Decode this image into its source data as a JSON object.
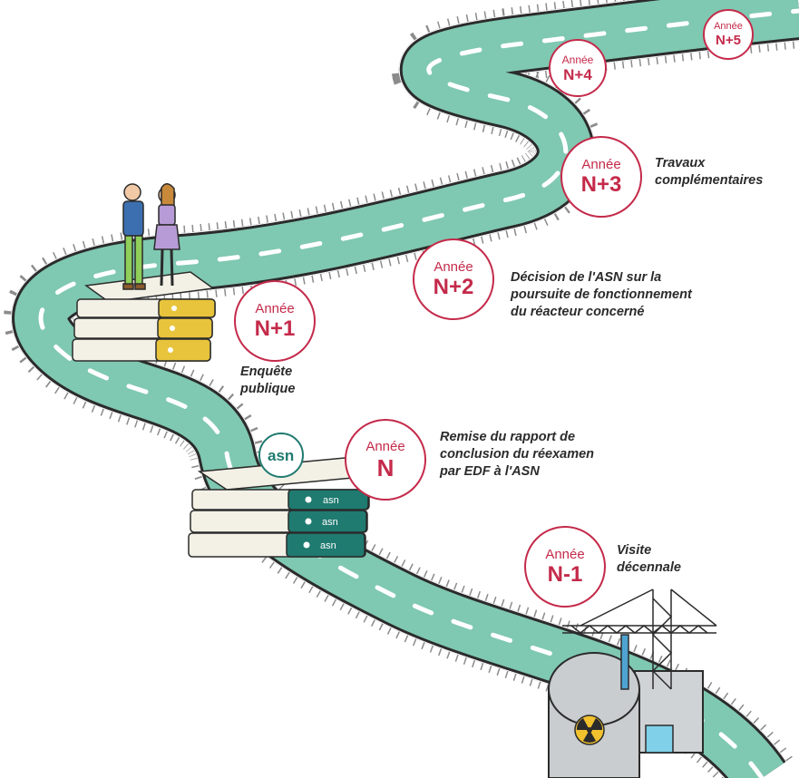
{
  "colors": {
    "road": "#7fc8b1",
    "road_edge": "#2b2b2b",
    "badge_accent": "#c42a4a",
    "teal_binder": "#1f7a70",
    "yellow_binder": "#e8c43c",
    "text": "#2b2b2b"
  },
  "milestones": [
    {
      "id": "n-1",
      "year_label": "Année",
      "code": "N-1",
      "caption": "Visite\ndécennale"
    },
    {
      "id": "n",
      "year_label": "Année",
      "code": "N",
      "caption": "Remise du rapport de\nconclusion du réexamen\npar EDF à l'ASN"
    },
    {
      "id": "n+1",
      "year_label": "Année",
      "code": "N+1",
      "caption": "Enquête\npublique"
    },
    {
      "id": "n+2",
      "year_label": "Année",
      "code": "N+2",
      "caption": "Décision de l'ASN sur la\npoursuite de fonctionnement\ndu réacteur concerné"
    },
    {
      "id": "n+3",
      "year_label": "Année",
      "code": "N+3",
      "caption": "Travaux\ncomplémentaires"
    },
    {
      "id": "n+4",
      "year_label": "Année",
      "code": "N+4",
      "caption": ""
    },
    {
      "id": "n+5",
      "year_label": "Année",
      "code": "N+5",
      "caption": ""
    }
  ],
  "binders": {
    "asn_logo": "asn",
    "asn_spine": "asn"
  },
  "icons": [
    "road",
    "people",
    "yellow-binders",
    "teal-binders",
    "asn-logo",
    "nuclear-plant",
    "crane",
    "radiation-icon"
  ]
}
